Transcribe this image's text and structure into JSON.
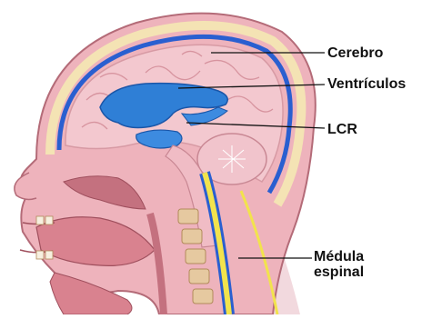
{
  "labels": {
    "cerebro": "Cerebro",
    "ventriculos": "Ventrículos",
    "lcr": "LCR",
    "medula_line1": "Médula",
    "medula_line2": "espinal"
  },
  "colors": {
    "skin": "#e8a3ad",
    "skin_dark": "#c4717f",
    "brain": "#f3c8cf",
    "ventricle": "#2f7fd6",
    "csf_line": "#2a5fd0",
    "spinal_cord": "#f2e34d",
    "bone": "#f4e3b4",
    "background": "#ffffff",
    "label_text": "#111111",
    "leader_line": "#111111"
  }
}
